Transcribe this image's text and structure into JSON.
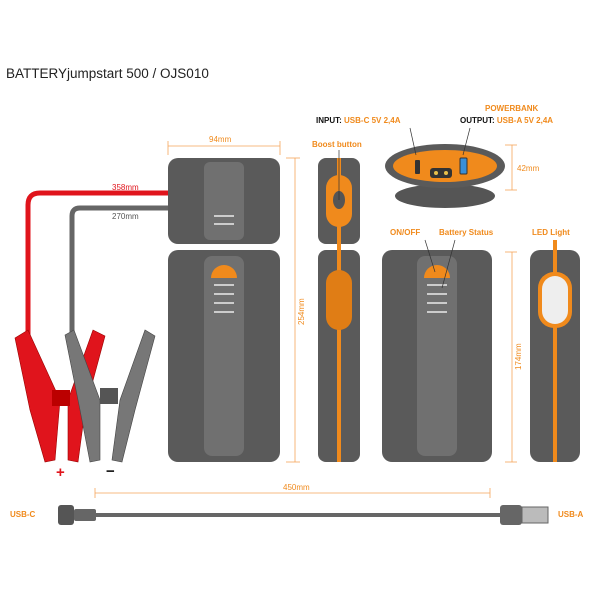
{
  "title": "BATTERYjumpstart 500 / OJS010",
  "dimensions": {
    "width": "94mm",
    "height": "254mm",
    "depth": "42mm",
    "side_height": "174mm",
    "cable_usb": "450mm",
    "cable_red": "358mm",
    "cable_black": "270mm"
  },
  "labels": {
    "input_prefix": "INPUT:",
    "input_value": "USB-C  5V 2,4A",
    "powerbank": "POWERBANK",
    "output_prefix": "OUTPUT:",
    "output_value": "USB-A 5V 2,4A",
    "boost": "Boost button",
    "onoff": "ON/OFF",
    "battery_status": "Battery Status",
    "led": "LED Light",
    "plus": "+",
    "minus": "−",
    "usb_c": "USB-C",
    "usb_a": "USB-A"
  },
  "colors": {
    "accent": "#f08a1c",
    "body": "#5a5a5a",
    "red": "#e0141c"
  }
}
